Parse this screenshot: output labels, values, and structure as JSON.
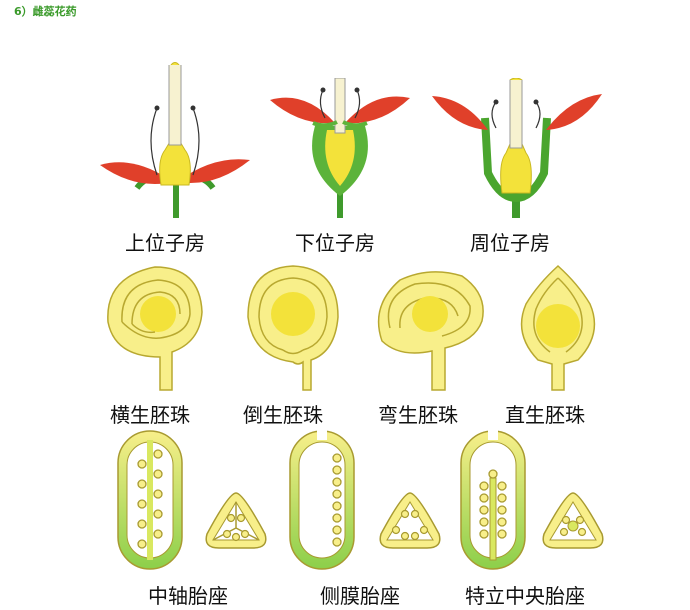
{
  "heading": "6）雌蕊花药",
  "rows": {
    "ovary_positions": [
      "上位子房",
      "下位子房",
      "周位子房"
    ],
    "ovule_types": [
      "横生胚珠",
      "倒生胚珠",
      "弯生胚珠",
      "直生胚珠"
    ],
    "placentation_types": [
      "中轴胎座",
      "侧膜胎座",
      "特立中央胎座"
    ]
  },
  "colors": {
    "petal_red": "#e0402a",
    "yellow": "#f3e23a",
    "pale_yellow": "#f8f0a0",
    "green": "#4aa52e",
    "heading_green": "#3a9a2a"
  }
}
